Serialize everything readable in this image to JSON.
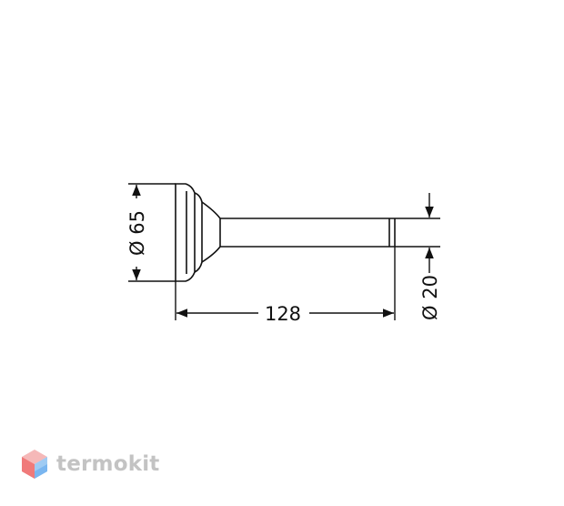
{
  "drawing": {
    "dimension_length": "128",
    "dimension_flange_diameter": "Ø 65",
    "dimension_pipe_diameter": "Ø 20"
  },
  "watermark": {
    "brand": "termokit",
    "logo_colors": [
      "#f07a7a",
      "#7ab6f0",
      "#f5b8b8",
      "#b8d8f5"
    ]
  },
  "colors": {
    "line": "#111111"
  }
}
